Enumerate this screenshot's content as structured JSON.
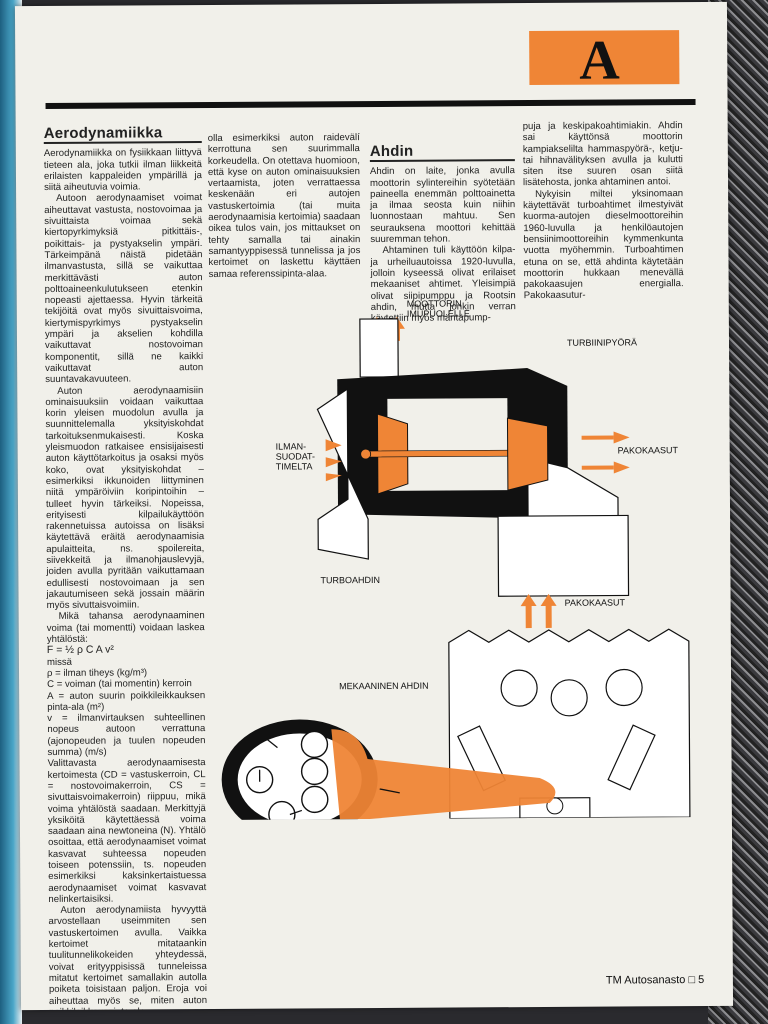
{
  "header": {
    "letter": "A"
  },
  "sections": {
    "aero_title": "Aerodynamiikka",
    "ahdin_title": "Ahdin"
  },
  "col1": {
    "p1": "Aerodynamiikka on fysiikkaan liittyvä tieteen ala, joka tutkii ilman liikkeitä erilaisten kappaleiden ympärillä ja siitä aiheutuvia voimia.",
    "p2": "Autoon aerodynaamiset voimat aiheuttavat vastusta, nostovoimaa ja sivuittaista voimaa sekä kiertopyrkimyksiä pitkittäis-, poikittais- ja pystyakselin ympäri. Tärkeimpänä näistä pidetään ilmanvastusta, sillä se vaikuttaa merkittävästi auton polttoaineenkulutukseen etenkin nopeasti ajettaessa. Hyvin tärkeitä tekijöitä ovat myös sivuittaisvoima, kiertymispyrkimys pystyakselin ympäri ja akselien kohdilla vaikuttavat nostovoiman komponentit, sillä ne kaikki vaikuttavat auton suuntavakavuuteen.",
    "p3": "Auton aerodynaamisiin ominaisuuksiin voidaan vaikuttaa korin yleisen muodolun avulla ja suunnittelemalla yksityiskohdat tarkoituksenmukaisesti. Koska yleismuodon ratkaisee ensisijaisesti auton käyttötarkoitus ja osaksi myös koko, ovat yksityiskohdat – esimerkiksi ikkunoiden liittyminen niitä ympäröiviin koripintoihin – tulleet hyvin tärkeiksi. Nopeissa, erityisesti kilpailukäyttöön rakennetuissa autoissa on lisäksi käytettävä eräitä aerodynaamisia apulaitteita, ns. spoilereita, siivekkeitä ja ilmanohjauslevyjä, joiden avulla pyritään vaikuttamaan edullisesti nostovoimaan ja sen jakautumiseen sekä jossain määrin myös sivuttaisvoimiin.",
    "p4": "Mikä tahansa aerodynaaminen voima (tai momentti) voidaan laskea yhtälöstä:",
    "formula": "F = ½ ρ C A v²",
    "missa": "missä",
    "defs": [
      "ρ = ilman tiheys (kg/m³)",
      "C = voiman (tai momentin) kerroin",
      "A = auton suurin poikkileikkauksen pinta-ala (m²)",
      "v = ilmanvirtauksen suhteellinen nopeus autoon verrattuna (ajonopeuden ja tuulen nopeuden summa) (m/s)"
    ],
    "p5": "Valittavasta aerodynaamisesta kertoimesta (CD = vastuskerroin, CL = nostovoimakerroin, CS = sivuttaisvoimakerroin) riippuu, mikä voima yhtälöstä saadaan. Merkittyjä yksiköitä käytettäessä voima saadaan aina newtoneina (N). Yhtälö osoittaa, että aerodynaamiset voimat kasvavat suhteessa nopeuden toiseen potenssiin, ts. nopeuden esimerkiksi kaksinkertaistuessa aerodynaamiset voimat kasvavat nelinkertaisiksi.",
    "p6": "Auton aerodynamiista hyvyyttä arvostellaan useimmiten sen vastuskertoimen avulla. Vaikka kertoimet mitataankin tuulitunnelikokeiden yhteydessä, voivat erityyppisissä tunneleissa mitatut kertoimet samallakin autolla poiketa toisistaan paljon. Eroja voi aiheuttaa myös se, miten auton poikkileikkauspinta-ala, ns. \"referenssipinta-ala\" eli \"otsapinta-ala\" on määritetty. Tavallisesti käytetään todellista, suurinta leikkauspinta-alaa, mutta joissakin tapauksissa referenssipinta-alana voi"
  },
  "col2": {
    "p1": "olla esimerkiksi auton raidevälí kerrottuna sen suurimmalla korkeudella. On otettava huomioon, että kyse on auton ominaisuuksien vertaamista, joten verrattaessa keskenään eri autojen vastuskertoimia (tai muita aerodynaamisia kertoimia) saadaan oikea tulos vain, jos mittaukset on tehty samalla tai ainakin samantyyppisessä tunnelissa ja jos kertoimet on laskettu käyttäen samaa referenssipinta-alaa."
  },
  "col3": {
    "p1": "Ahdin on laite, jonka avulla moottorin sylintereihin syötetään paineella enemmän polttoainetta ja ilmaa seosta kuin niihin luonnostaan mahtuu. Sen seurauksena moottori kehittää suuremman tehon.",
    "p2": "Ahtaminen tuli käyttöön kilpa- ja urheiluautoissa 1920-luvulla, jolloin kyseessä olivat erilaiset mekaaniset ahtimet. Yleisimpiä olivat siipipumppu ja Rootsin ahdin, mutta jonkin verran käytettiin myös mäntäpump-"
  },
  "col4": {
    "p1": "puja ja keskipakoahtimiakin. Ahdin sai käyttönsä moottorin kampiakselilta hammaspyörä-, ketju- tai hihnavälityksen avulla ja kulutti siten itse suuren osan siitä lisätehosta, jonka ahtaminen antoi.",
    "p2": "Nykyisin miltei yksinomaan käytettävät turboahtimet ilmestyivät kuorma-autojen dieselmoottoreihin 1960-luvulla ja henkilöautojen bensiinimoottoreihin kymmenkunta vuotta myöhemmin. Turboahtimen etuna on se, että ahdinta käytetään moottorin hukkaan menevällä pakokaasujen energialla. Pakokaasutur-"
  },
  "diagram": {
    "moottorin": "MOOTTORIN",
    "imupuolelle": "IMUPUOLELLE",
    "turbiinipyora": "TURBIINIPYÖRÄ",
    "ilman": "ILMAN-",
    "suodat": "SUODAT-",
    "timelta": "TIMELTA",
    "pakokaasut_right": "PAKOKAASUT",
    "turboahdin": "TURBOAHDIN",
    "pakokaasut_bottom": "PAKOKAASUT",
    "mekaaninen": "MEKAANINEN AHDIN"
  },
  "footer": {
    "text": "TM Autosanasto □ 5"
  },
  "colors": {
    "accent": "#ef8536",
    "ink": "#111111",
    "paper": "#f1f0ea"
  }
}
